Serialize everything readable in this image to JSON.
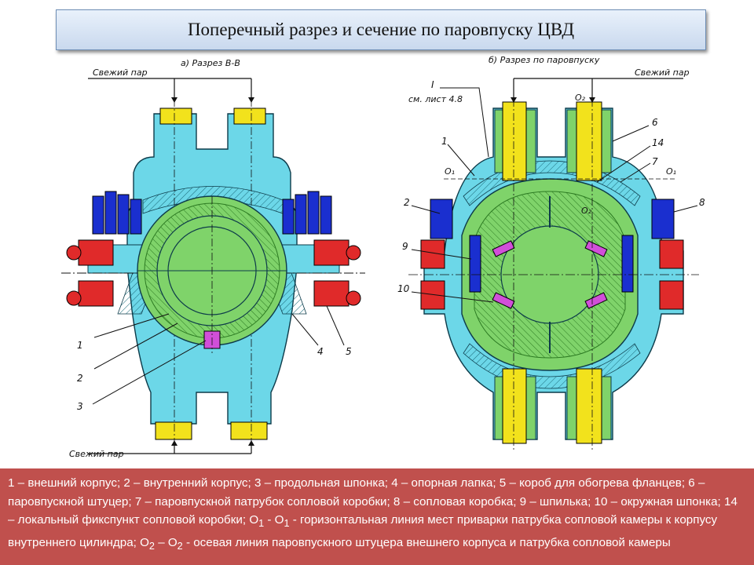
{
  "title": "Поперечный разрез и сечение по паровпуску ЦВД",
  "left_view": {
    "heading": "а) Разрез  В-В",
    "steam_label_top": "Свежий пар",
    "steam_label_bottom": "Свежий пар",
    "callouts": [
      "1",
      "2",
      "3",
      "4",
      "5"
    ]
  },
  "right_view": {
    "heading": "б) Разрез по паровпуску",
    "steam_label": "Свежий пар",
    "ref_roman": "I",
    "ref_sheet": "см. лист 4.8",
    "marks": {
      "o1_left": "O₁",
      "o1_right": "O₁",
      "o2_top": "O₂",
      "o2_mid": "O₂"
    },
    "callouts": [
      "1",
      "2",
      "9",
      "10",
      "6",
      "14",
      "7",
      "8"
    ]
  },
  "colors": {
    "outer_casing": "#6cd7e8",
    "inner_casing": "#7fd36a",
    "flanges": "#1a2fcf",
    "steam_fittings": "#f2e21c",
    "heater_boxes": "#e02a2a",
    "key_marks": "#d14fd9",
    "caption_bg": "#c0504d"
  },
  "caption": {
    "p1": "1 – внешний корпус; 2 – внутренний корпус; 3 – продольная шпонка; 4 – опорная лапка; 5 – короб для обогрева фланцев; 6 – паровпускной штуцер; 7 – паровпускной патрубок сопловой коробки; 8 – сопловая коробка; 9 – шпилька; 10 – окружная шпонка; 14 – локальный фикспункт сопловой коробки; O",
    "s1": "1",
    "p2": " - O",
    "s2": "1",
    "p3": " - горизонтальная линия мест приварки патрубка сопловой камеры к корпусу внутреннего цилиндра; O",
    "s3": "2",
    "p4": " – O",
    "s4": "2",
    "p5": " - осевая линия паровпускного штуцера внешнего корпуса и патрубка сопловой камеры"
  }
}
